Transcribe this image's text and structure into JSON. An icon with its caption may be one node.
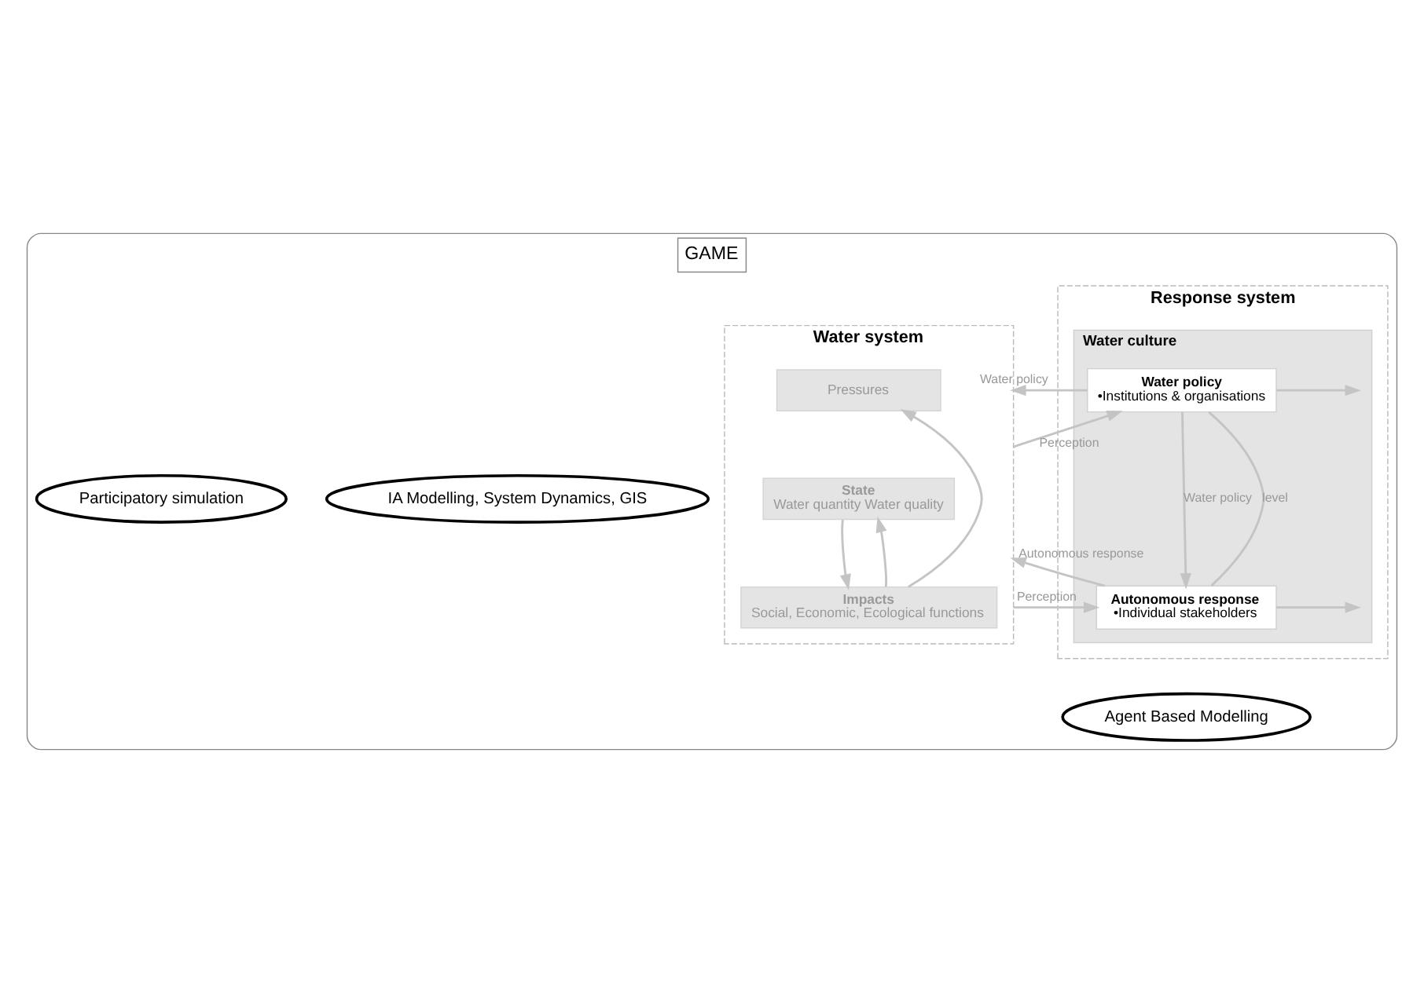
{
  "diagram": {
    "nodes": [
      {
        "text": [
          "GAME"
        ]
      },
      {
        "text": [
          "Water system"
        ],
        "in": 0
      },
      {
        "text": [
          "Pressures"
        ],
        "in": 1
      },
      {
        "text": [
          "State",
          "Water quantity Water quality"
        ],
        "in": 1
      },
      {
        "text": [
          "Impacts",
          "Social, Economic, Ecological functions"
        ],
        "in": 1
      },
      {
        "text": [
          "Response system"
        ],
        "in": 0
      },
      {
        "text": [
          "Water culture"
        ],
        "in": 5
      },
      {
        "text": [
          "Water policy",
          "•Institutions & organisations"
        ],
        "in": 6
      },
      {
        "text": [
          "Autonomous response",
          "•Individual stakeholders"
        ],
        "in": 6
      },
      {
        "text": [
          "IA Modelling, System Dynamics, GIS"
        ],
        "in": 0
      },
      {
        "text": [
          "Participatory simulation"
        ],
        "in": 0
      },
      {
        "text": [
          "Agent Based Modelling"
        ],
        "in": 0
      }
    ],
    "edges": [
      {
        "from": 7,
        "to": 1,
        "arrow": "to",
        "label": "Water policy"
      },
      {
        "from": 1,
        "to": 7,
        "arrow": "to",
        "label": "Perception"
      },
      {
        "from": 7,
        "to": 8,
        "arrow": "to",
        "label": "Water policy"
      },
      {
        "from": 8,
        "to": 7,
        "arrow": "none",
        "label": "level"
      },
      {
        "from": 8,
        "to": 1,
        "arrow": "to",
        "label": "Autonomous response"
      },
      {
        "from": 1,
        "to": 8,
        "arrow": "to",
        "label": "Perception"
      },
      {
        "from": 3,
        "to": 4,
        "arrow": "to"
      },
      {
        "from": 4,
        "to": 2,
        "arrow": "to"
      },
      {
        "from": 4,
        "to": 3,
        "arrow": "to"
      },
      {
        "from": 7,
        "to": null,
        "arrow": "to"
      },
      {
        "from": 8,
        "to": null,
        "arrow": "to"
      }
    ]
  }
}
